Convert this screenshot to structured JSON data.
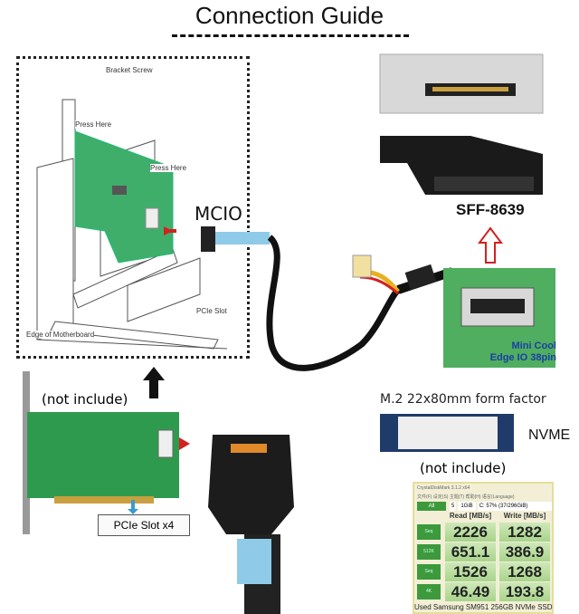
{
  "title": "Connection Guide",
  "install_diagram": {
    "labels": [
      "Bracket Screw",
      "Press Here",
      "Press Here",
      "PCIe Slot",
      "Edge of Motherboard"
    ]
  },
  "mcio_label": "MCIO",
  "sff_label": "SFF-8639",
  "mini_cool_edge": {
    "line1": "Mini Cool",
    "line2": "Edge IO 38pin"
  },
  "m2_label": "M.2 22x80mm form factor",
  "nvme_label": "NVME",
  "not_include_card": "(not include)",
  "not_include_ssd": "(not include)",
  "pcie_slot_label": "PCIe Slot x4",
  "crystaldiskmark": {
    "window_title": "CrystalDiskMark 3.1.2 x64",
    "menu": "文件(F)  设定(S)  主题(T)  帮助(H)  语言(Language)",
    "all_button": "All",
    "count_select": "5",
    "size_select": "1GiB",
    "drive_select": "C: 57% (37/296GiB)",
    "headers": [
      "Read [MB/s]",
      "Write [MB/s]"
    ],
    "rows": [
      {
        "test": "Seq",
        "read": "2226",
        "write": "1282"
      },
      {
        "test": "512K",
        "read": "651.1",
        "write": "386.9"
      },
      {
        "test": "Seq",
        "read": "1526",
        "write": "1268"
      },
      {
        "test": "4K",
        "read": "46.49",
        "write": "193.8"
      }
    ],
    "footer": "Used Samsung SM951 256GB NVMe SSD"
  },
  "colors": {
    "pcb": "#3fae6b",
    "arrow_red": "#d42020",
    "cable_blue": "#8fcbe8",
    "mini_cool_text": "#1a3ea8"
  }
}
